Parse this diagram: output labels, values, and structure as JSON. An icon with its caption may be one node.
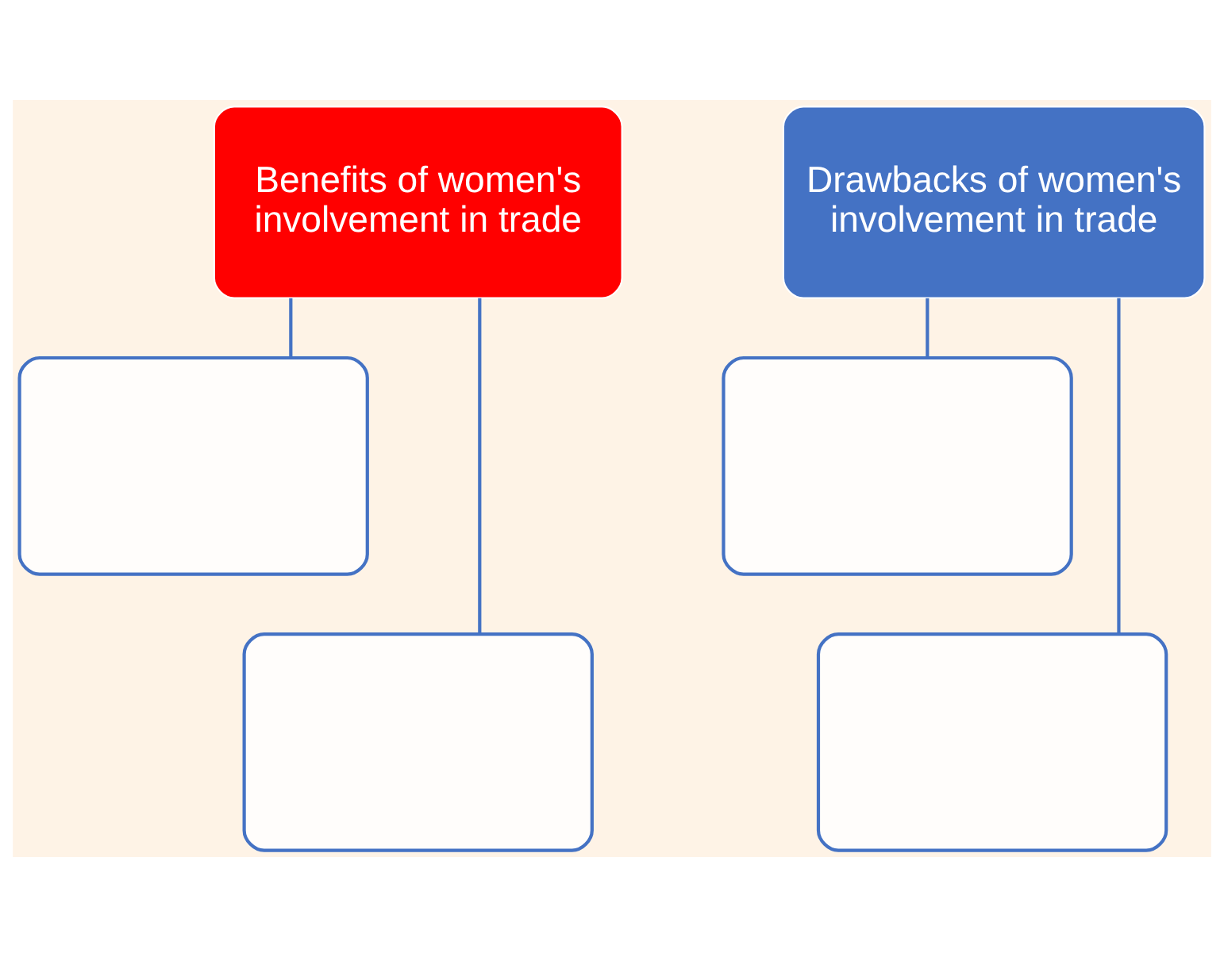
{
  "diagram": {
    "nodes": [
      {
        "text": [
          "Benefits of women's involvement in trade"
        ]
      },
      {
        "text": [],
        "shape": "box"
      },
      {
        "text": [],
        "shape": "box"
      },
      {
        "text": [
          "Drawbacks of women's involvement in trade"
        ]
      },
      {
        "text": [],
        "shape": "box"
      },
      {
        "text": [],
        "shape": "box"
      }
    ],
    "edges": [
      {
        "from": 0,
        "to": 1,
        "arrow": "none"
      },
      {
        "from": 0,
        "to": 2,
        "arrow": "none"
      },
      {
        "from": 3,
        "to": 4,
        "arrow": "none"
      },
      {
        "from": 3,
        "to": 5,
        "arrow": "none"
      }
    ]
  }
}
